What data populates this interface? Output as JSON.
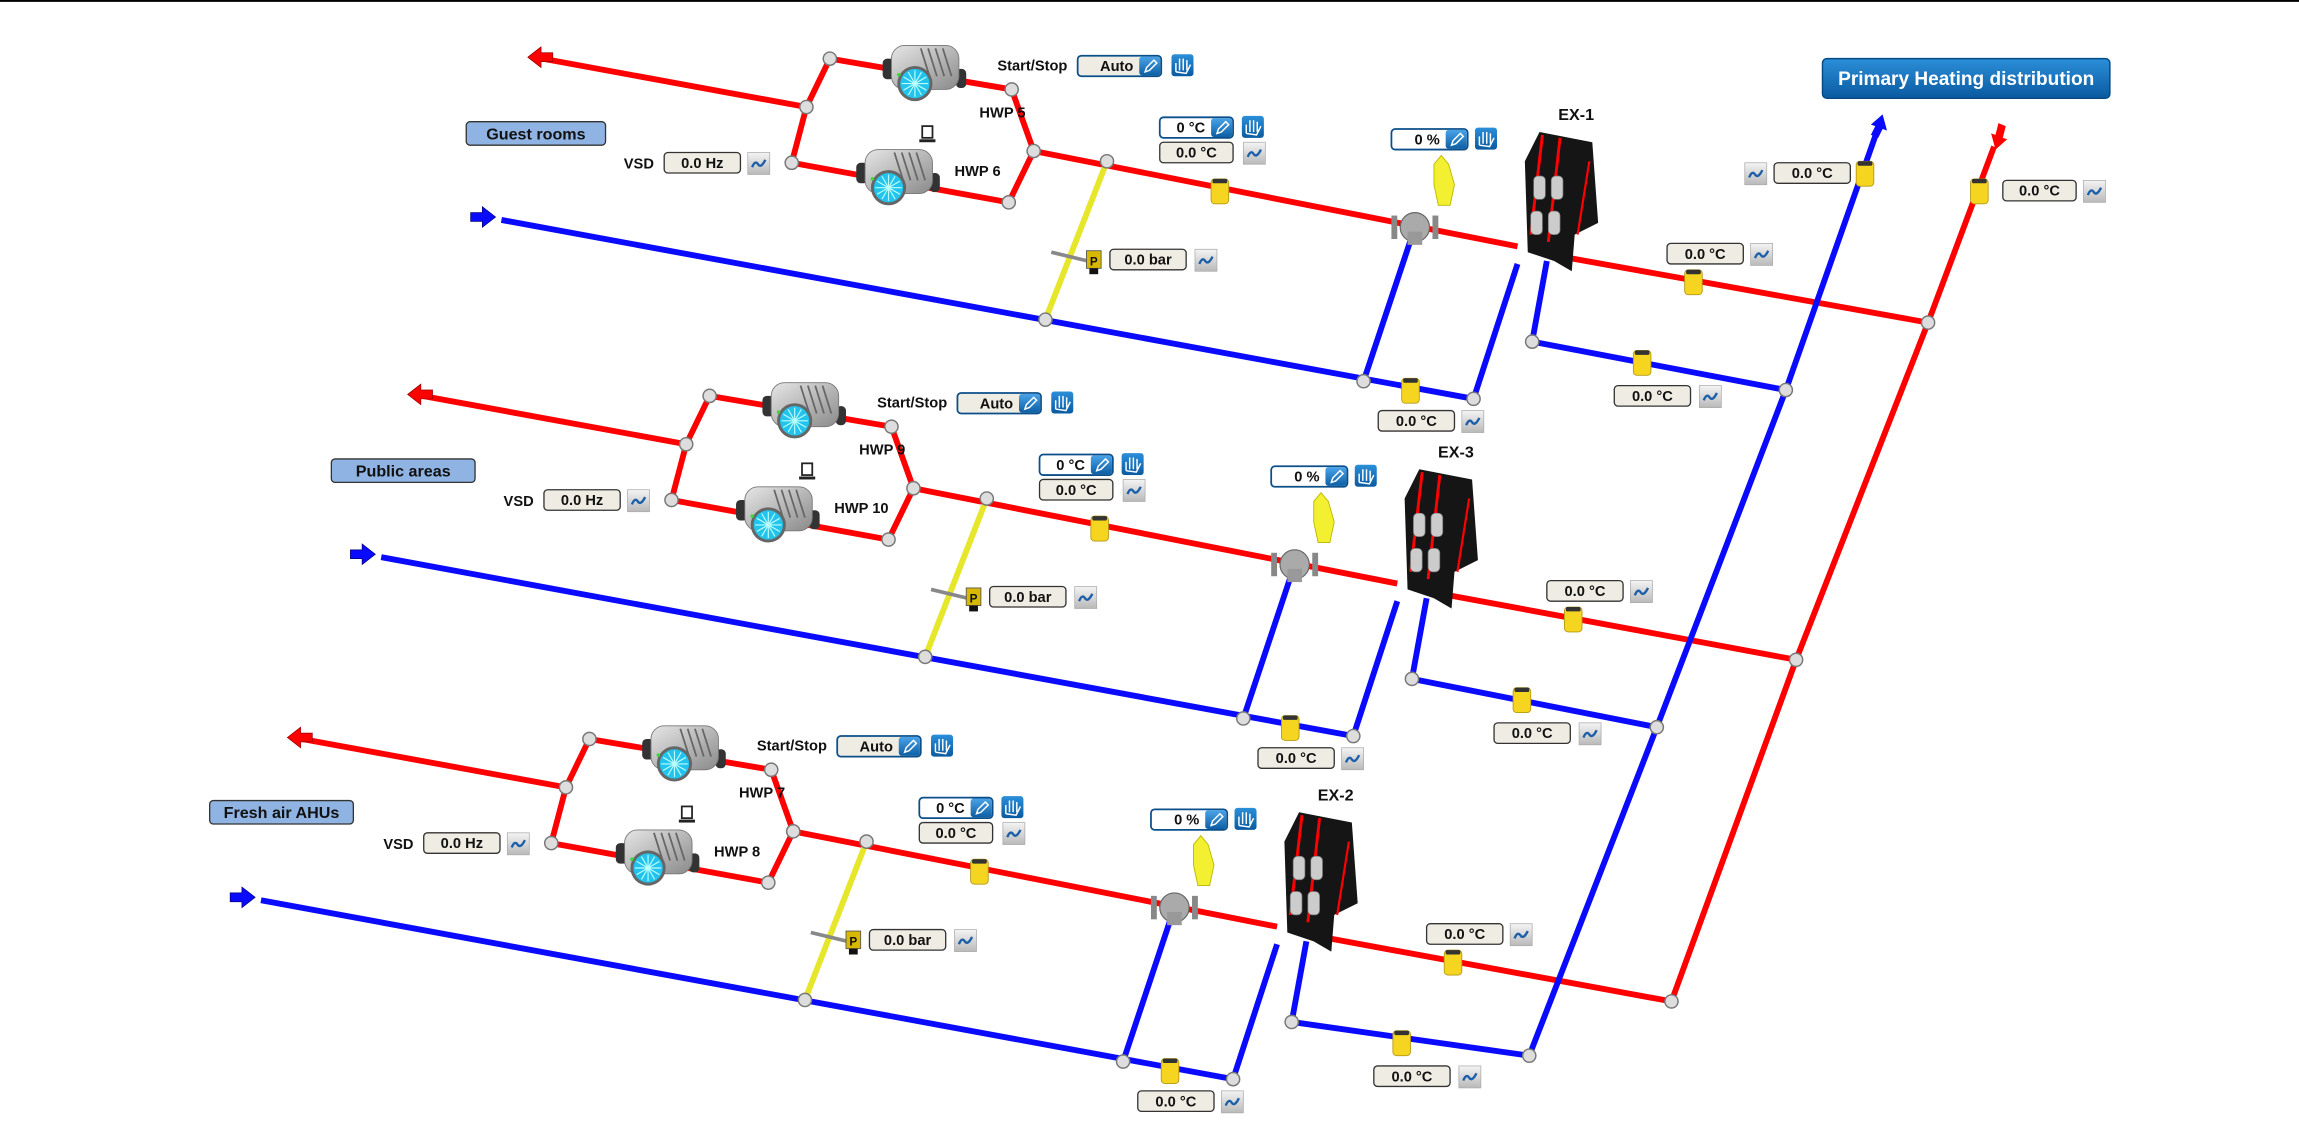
{
  "header": {
    "primary_button": "Primary Heating distribution"
  },
  "risers": {
    "supply_temp": "0.0 °C",
    "return_temp": "0.0 °C"
  },
  "sections": [
    {
      "name": "Guest rooms",
      "pump_a": "HWP 5",
      "pump_b": "HWP 6",
      "start_stop_label": "Start/Stop",
      "mode": "Auto",
      "vsd_label": "VSD",
      "vsd_value": "0.0 Hz",
      "pressure": "0.0 bar",
      "setpoint": "0 °C",
      "supply_temp": "0.0 °C",
      "valve_position": "0 %",
      "exchanger": "EX-1",
      "return_temp": "0.0 °C",
      "secondary_supply_temp": "0.0 °C",
      "secondary_return_temp": "0.0 °C"
    },
    {
      "name": "Public areas",
      "pump_a": "HWP 9",
      "pump_b": "HWP 10",
      "start_stop_label": "Start/Stop",
      "mode": "Auto",
      "vsd_label": "VSD",
      "vsd_value": "0.0 Hz",
      "pressure": "0.0 bar",
      "setpoint": "0 °C",
      "supply_temp": "0.0 °C",
      "valve_position": "0 %",
      "exchanger": "EX-3",
      "return_temp": "0.0 °C",
      "secondary_supply_temp": "0.0 °C",
      "secondary_return_temp": "0.0 °C"
    },
    {
      "name": "Fresh air AHUs",
      "pump_a": "HWP 7",
      "pump_b": "HWP 8",
      "start_stop_label": "Start/Stop",
      "mode": "Auto",
      "vsd_label": "VSD",
      "vsd_value": "0.0 Hz",
      "pressure": "0.0 bar",
      "setpoint": "0 °C",
      "supply_temp": "0.0 °C",
      "valve_position": "0 %",
      "exchanger": "EX-2",
      "return_temp": "0.0 °C",
      "secondary_supply_temp": "0.0 °C",
      "secondary_return_temp": "0.0 °C"
    }
  ],
  "colors": {
    "hot_pipe": "#ff0000",
    "cold_pipe": "#0a0aff",
    "pressure_pipe": "#e6e62a",
    "sensor": "#f5d51f",
    "field_bg": "#efece3",
    "section_label_bg": "#8fb4e3",
    "primary_button": "#0a6ab8"
  }
}
